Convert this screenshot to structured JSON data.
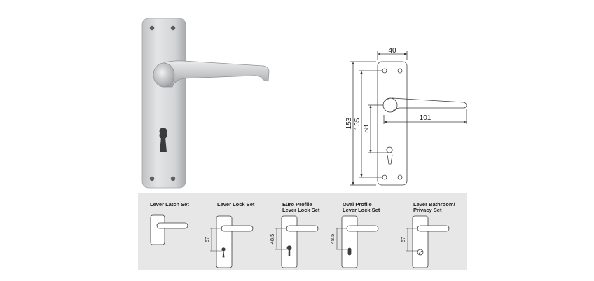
{
  "colors": {
    "background": "#ffffff",
    "panel": "#e7e7e8",
    "line": "#3c3c3b",
    "metal": "#c9cbcd"
  },
  "dimensions": {
    "width": "40",
    "overall_height": "153",
    "hole_centres": "135",
    "keyhole_centre": "58",
    "lever_length": "101"
  },
  "variants": [
    {
      "title_line1": "Lever Latch Set",
      "title_line2": "",
      "dimension": ""
    },
    {
      "title_line1": "Lever Lock Set",
      "title_line2": "",
      "dimension": "57"
    },
    {
      "title_line1": "Euro Profile",
      "title_line2": "Lever Lock Set",
      "dimension": "48.5"
    },
    {
      "title_line1": "Oval Profile",
      "title_line2": "Lever Lock Set",
      "dimension": "48.5"
    },
    {
      "title_line1": "Lever Bathroom/",
      "title_line2": "Privacy Set",
      "dimension": "57"
    }
  ]
}
